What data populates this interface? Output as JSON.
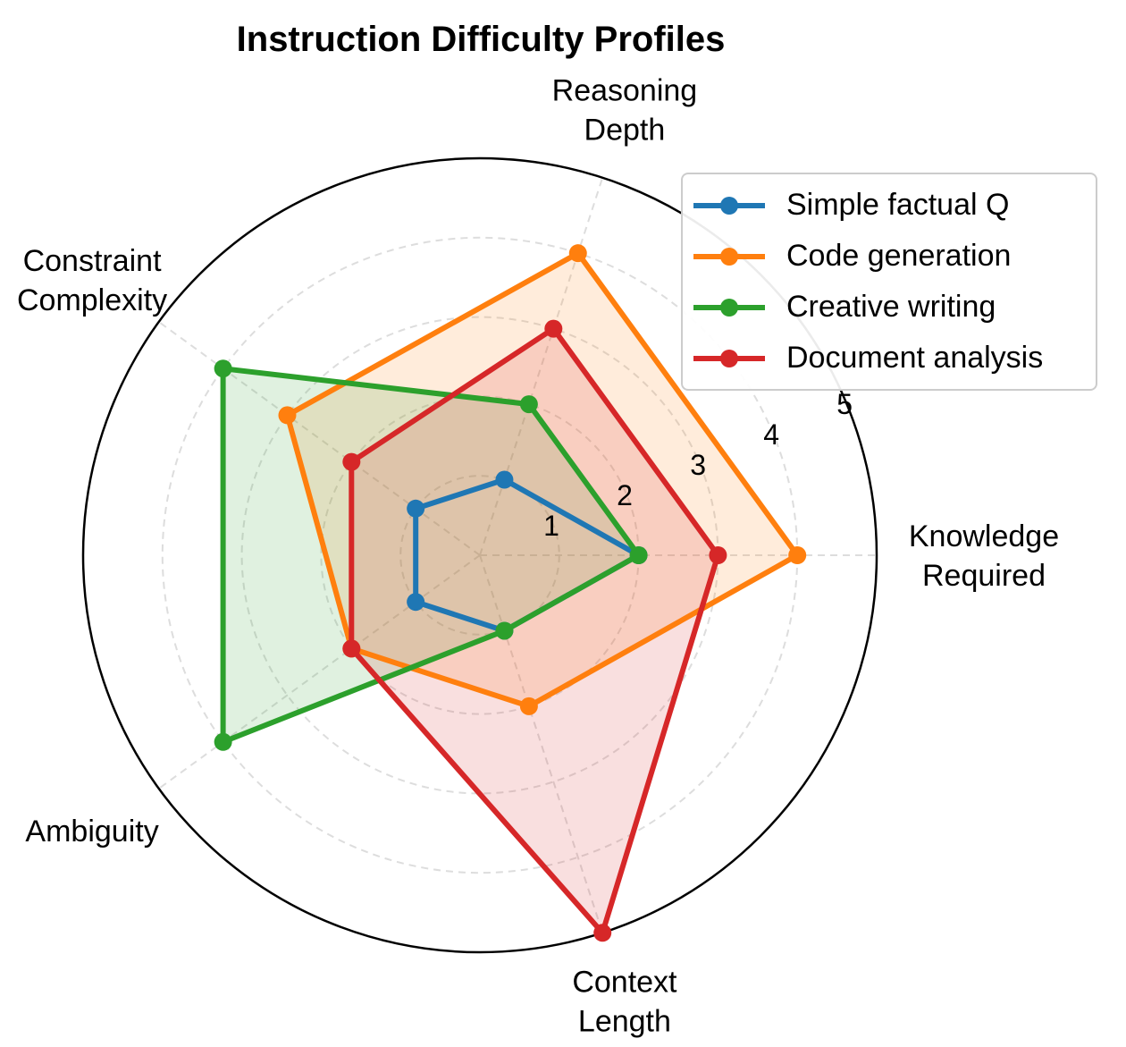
{
  "chart_data": {
    "type": "radar",
    "title": "Instruction Difficulty Profiles",
    "axes": [
      {
        "label_lines": [
          "Knowledge",
          "Required"
        ]
      },
      {
        "label_lines": [
          "Reasoning",
          "Depth"
        ]
      },
      {
        "label_lines": [
          "Constraint",
          "Complexity"
        ]
      },
      {
        "label_lines": [
          "Ambiguity"
        ]
      },
      {
        "label_lines": [
          "Context",
          "Length"
        ]
      }
    ],
    "rlim": [
      0,
      5
    ],
    "rticks": [
      "1",
      "2",
      "3",
      "4",
      "5"
    ],
    "grid": true,
    "legend_position": "top-right",
    "series": [
      {
        "name": "Simple factual Q",
        "color": "#1f77b4",
        "values": [
          2,
          1,
          1,
          1,
          1
        ],
        "fill": false
      },
      {
        "name": "Code generation",
        "color": "#ff7f0e",
        "values": [
          4,
          4,
          3,
          2,
          2
        ],
        "fill": true
      },
      {
        "name": "Creative writing",
        "color": "#2ca02c",
        "values": [
          2,
          2,
          4,
          4,
          1
        ],
        "fill": true
      },
      {
        "name": "Document analysis",
        "color": "#d62728",
        "values": [
          3,
          3,
          2,
          2,
          5
        ],
        "fill": true
      }
    ]
  }
}
